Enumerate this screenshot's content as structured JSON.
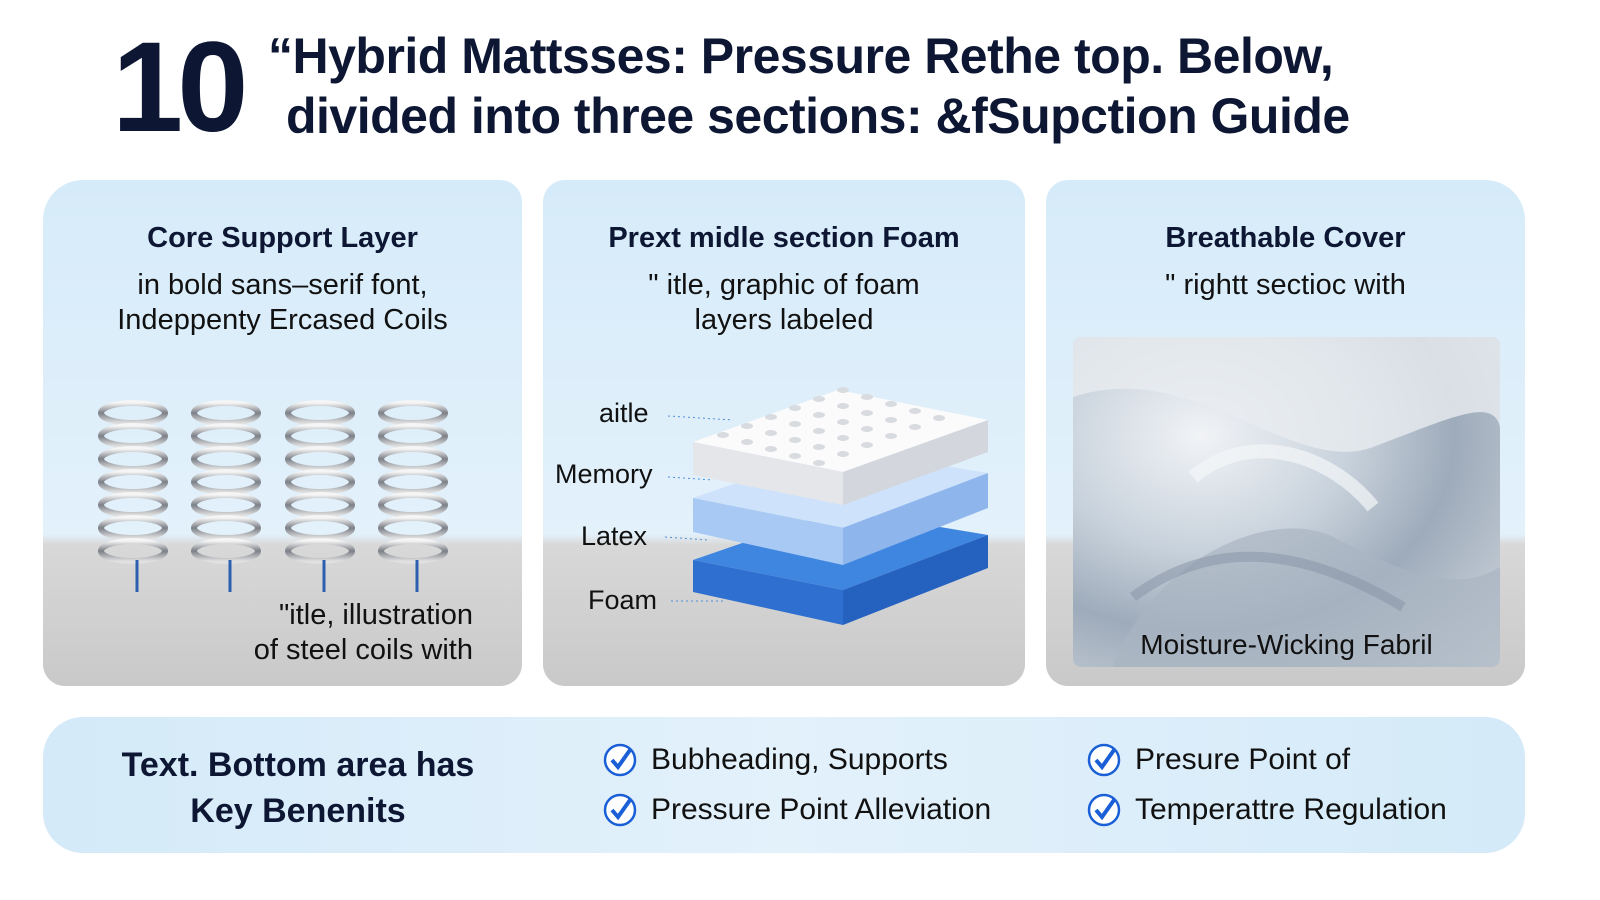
{
  "header": {
    "number": "10",
    "title_line1": "“Hybrid Mattsses: Pressure Rethe top. Below,",
    "title_line2": "divided into three sections: &fSupction Guide"
  },
  "sections": [
    {
      "title": "Core Support Layer",
      "subtitle": [
        "in bold sans–serif font,",
        "Indeppenty Ercased Coils"
      ],
      "caption": [
        "\"itle, illustration",
        "of steel coils with"
      ]
    },
    {
      "title": "Prext midle section Foam",
      "subtitle": [
        "\" itle, graphic of foam",
        "layers labeled"
      ],
      "layer_labels": [
        "aitle",
        "Memory",
        "Latex",
        "Foam"
      ]
    },
    {
      "title": "Breathable Cover",
      "subtitle": [
        "\" rightt sectioc with"
      ],
      "image_caption": "Moisture-Wicking Fabril"
    }
  ],
  "benefits": {
    "heading": [
      "Text. Bottom area has",
      "Key Benenits"
    ],
    "items": [
      "Bubheading, Supports",
      "Presure Point of",
      "Pressure Point Alleviation",
      "Temperattre Regulation"
    ],
    "check_color": "#1a5fd6"
  }
}
